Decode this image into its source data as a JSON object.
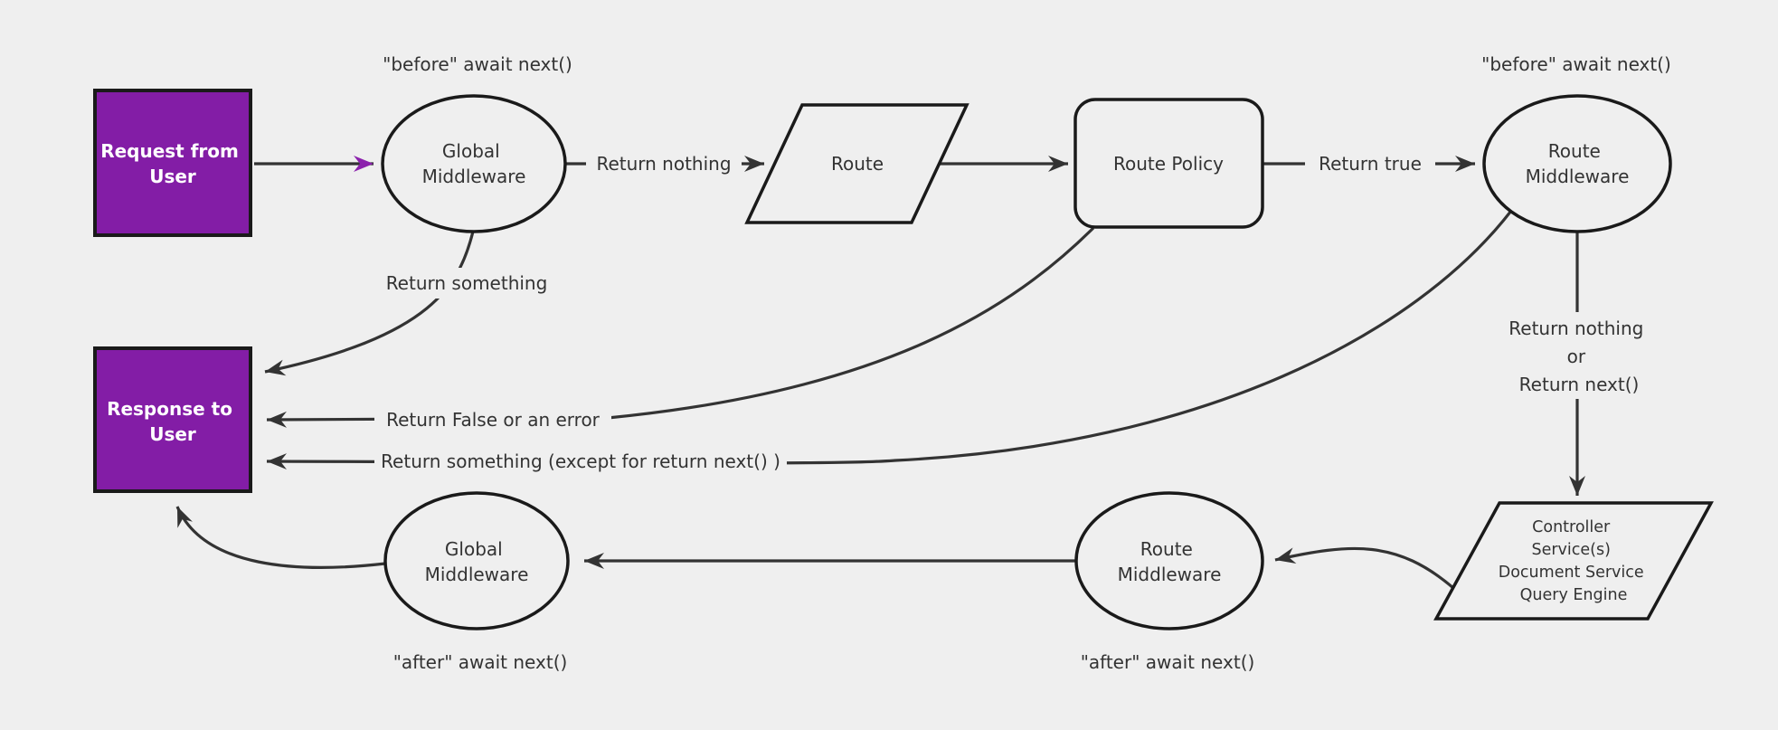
{
  "diagram": {
    "title": "Middleware request lifecycle flowchart",
    "colors": {
      "background": "#efefef",
      "terminal_purple": "#831da6",
      "purple_arrow": "#8c21ad",
      "edge": "#333333",
      "node_border": "#1a1a1a",
      "text": "#333333",
      "text_on_purple": "#ffffff"
    },
    "nodes": {
      "request": {
        "lines": [
          "Request from",
          "User"
        ]
      },
      "global_mw_top": {
        "lines": [
          "Global",
          "Middleware"
        ]
      },
      "route": {
        "label": "Route"
      },
      "route_policy": {
        "label": "Route Policy"
      },
      "route_mw_top": {
        "lines": [
          "Route",
          "Middleware"
        ]
      },
      "controller": {
        "lines": [
          "Controller",
          "Service(s)",
          "Document Service",
          "Query Engine"
        ]
      },
      "route_mw_bottom": {
        "lines": [
          "Route",
          "Middleware"
        ]
      },
      "global_mw_bottom": {
        "lines": [
          "Global",
          "Middleware"
        ]
      },
      "response": {
        "lines": [
          "Response to",
          "User"
        ]
      }
    },
    "edge_labels": {
      "before_await_left": "\"before\" await next()",
      "before_await_right": "\"before\" await next()",
      "return_nothing": "Return nothing",
      "return_true": "Return true",
      "return_something": "Return something",
      "return_false_or_error": "Return False or an error",
      "return_something_except": "Return something (except for return next() )",
      "return_nothing_or": {
        "lines": [
          "Return nothing",
          "or",
          "Return next()"
        ]
      },
      "after_await_left": "\"after\" await next()",
      "after_await_right": "\"after\" await next()"
    }
  }
}
